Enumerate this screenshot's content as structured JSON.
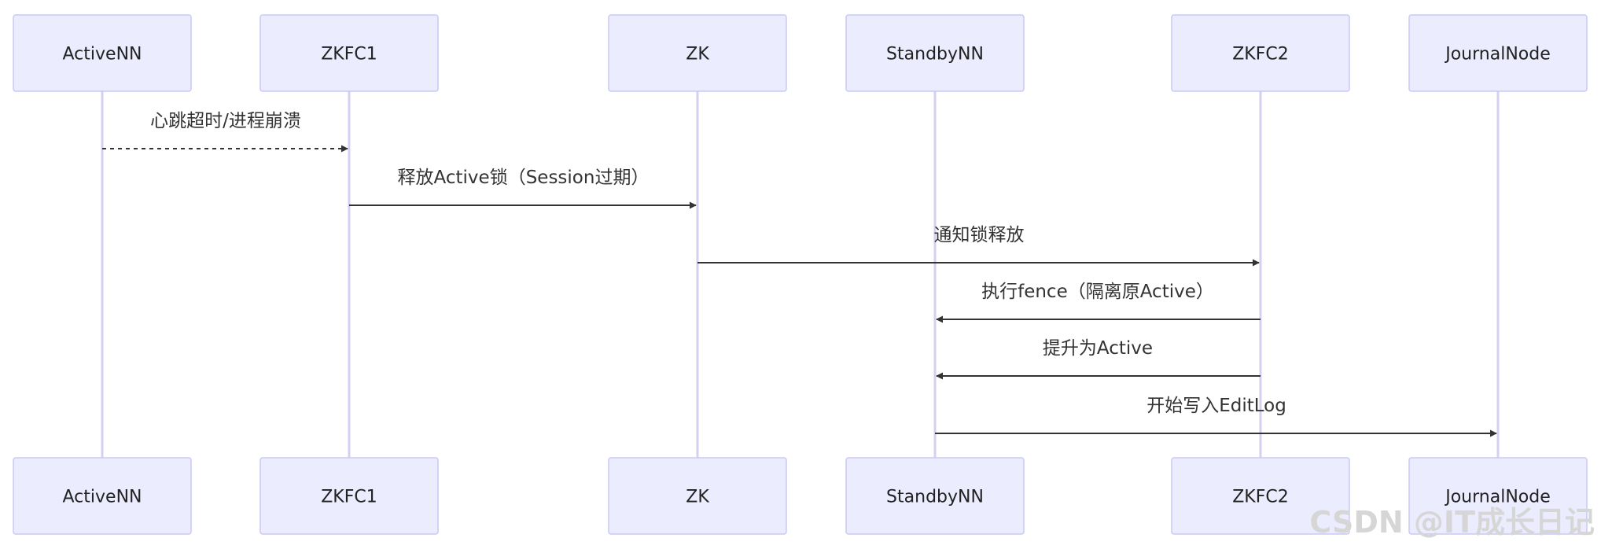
{
  "participants": [
    {
      "id": "activenn",
      "label": "ActiveNN"
    },
    {
      "id": "zkfc1",
      "label": "ZKFC1"
    },
    {
      "id": "zk",
      "label": "ZK"
    },
    {
      "id": "standbynn",
      "label": "StandbyNN"
    },
    {
      "id": "zkfc2",
      "label": "ZKFC2"
    },
    {
      "id": "journalnode",
      "label": "JournalNode"
    }
  ],
  "messages": [
    {
      "from": "activenn",
      "to": "zkfc1",
      "label": "心跳超时/进程崩溃",
      "style": "dashed"
    },
    {
      "from": "zkfc1",
      "to": "zk",
      "label": "释放Active锁（Session过期）",
      "style": "solid"
    },
    {
      "from": "zk",
      "to": "zkfc2",
      "label": "通知锁释放",
      "style": "solid"
    },
    {
      "from": "zkfc2",
      "to": "standbynn",
      "label": "执行fence（隔离原Active）",
      "style": "solid"
    },
    {
      "from": "zkfc2",
      "to": "standbynn",
      "label": "提升为Active",
      "style": "solid"
    },
    {
      "from": "standbynn",
      "to": "journalnode",
      "label": "开始写入EditLog",
      "style": "solid"
    }
  ],
  "watermark": "CSDN @IT成长日记",
  "colors": {
    "participant_fill": "#ececff",
    "participant_border": "#c9c9f5",
    "lifeline": "#d4d0f0",
    "arrow": "#333333"
  }
}
